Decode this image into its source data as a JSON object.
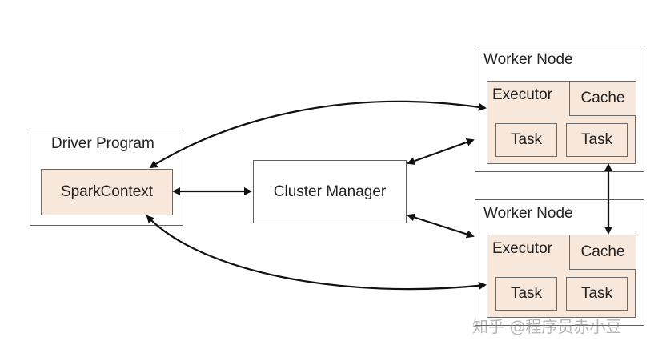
{
  "diagram": {
    "driver_program": {
      "title": "Driver Program",
      "spark_context": "SparkContext"
    },
    "cluster_manager": {
      "label": "Cluster Manager"
    },
    "worker_nodes": [
      {
        "title": "Worker Node",
        "executor": "Executor",
        "cache": "Cache",
        "tasks": [
          "Task",
          "Task"
        ]
      },
      {
        "title": "Worker Node",
        "executor": "Executor",
        "cache": "Cache",
        "tasks": [
          "Task",
          "Task"
        ]
      }
    ]
  },
  "watermark": "知乎 @程序员赤小豆",
  "colors": {
    "inner_fill": "#f8e8dc",
    "border": "#5f5f5f",
    "arrow": "#111111"
  }
}
